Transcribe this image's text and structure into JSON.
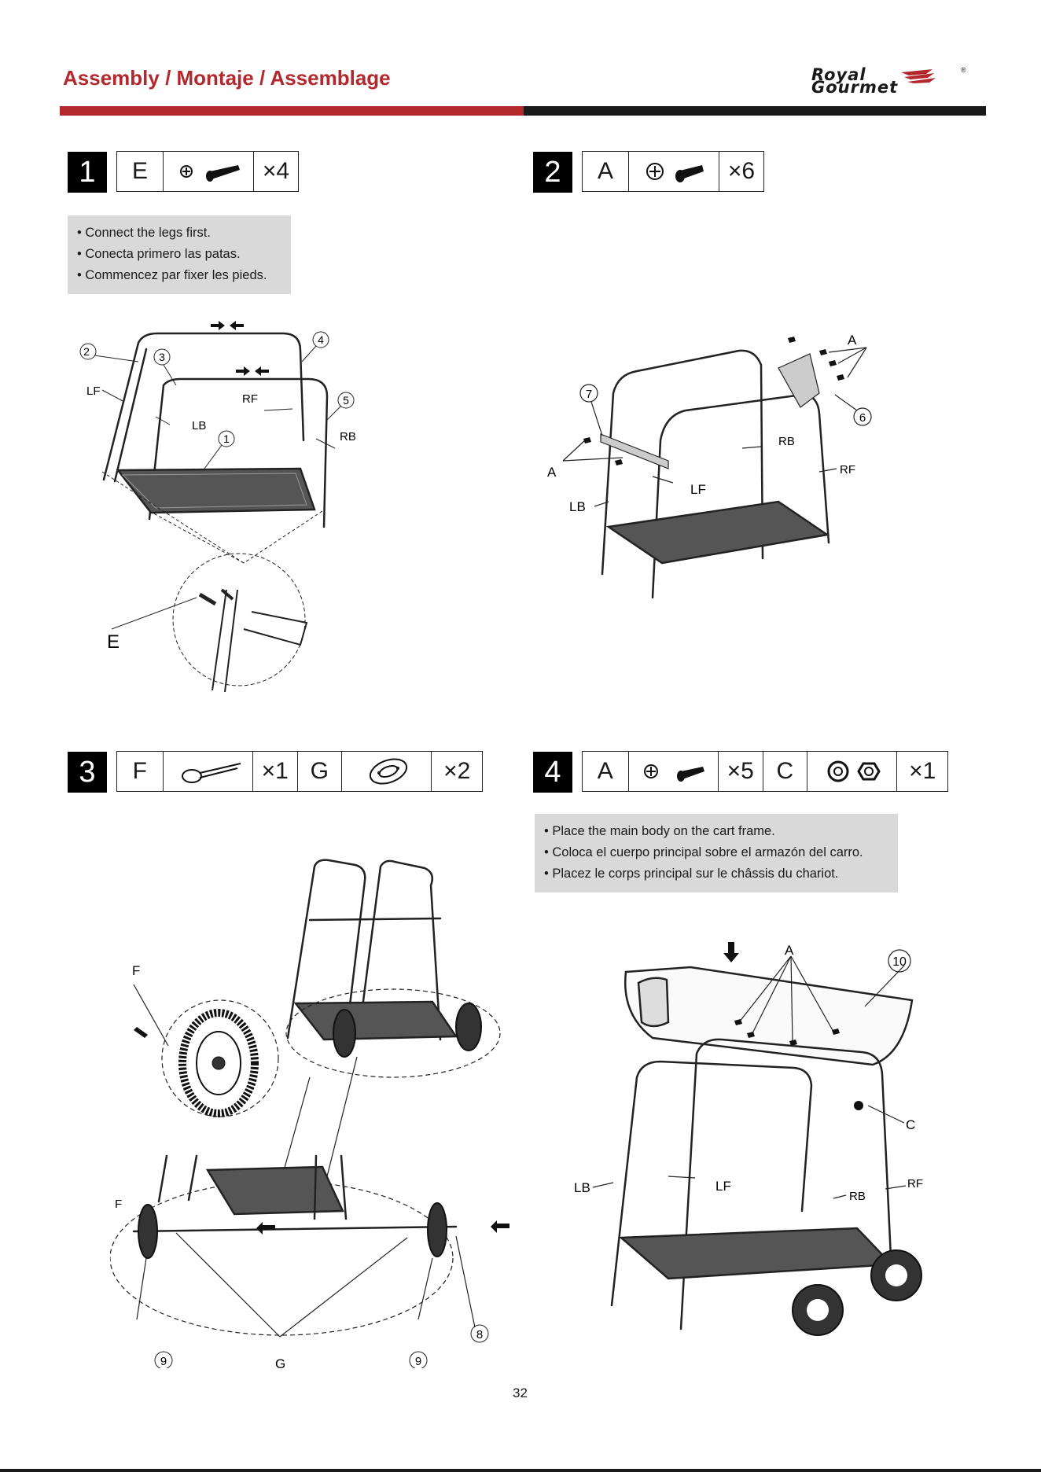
{
  "header": {
    "title": "Assembly / Montaje / Assemblage",
    "logo_line1": "Royal",
    "logo_line2": "Gourmet",
    "logo_reg": "®"
  },
  "steps": [
    {
      "number": "1",
      "parts": [
        {
          "letter": "E",
          "qty": "×4"
        }
      ],
      "notes": [
        "• Connect the legs first.",
        "• Conecta primero las patas.",
        "• Commencez par fixer les pieds."
      ],
      "labels": {
        "lf": "LF",
        "lb": "LB",
        "rf": "RF",
        "rb": "RB",
        "c1": "1",
        "c2": "2",
        "c3": "3",
        "c4": "4",
        "c5": "5",
        "e": "E"
      }
    },
    {
      "number": "2",
      "parts": [
        {
          "letter": "A",
          "qty": "×6"
        }
      ],
      "labels": {
        "c7": "7",
        "c6": "6",
        "a1": "A",
        "a2": "A",
        "rb": "RB",
        "rf": "RF",
        "lf": "LF",
        "lb": "LB"
      }
    },
    {
      "number": "3",
      "parts": [
        {
          "letter": "F",
          "qty": "×1"
        },
        {
          "letter": "G",
          "qty": "×2"
        }
      ],
      "labels": {
        "f1": "F",
        "f2": "F",
        "g": "G",
        "c8": "8",
        "c9a": "9",
        "c9b": "9"
      }
    },
    {
      "number": "4",
      "parts": [
        {
          "letter": "A",
          "qty": "×5"
        },
        {
          "letter": "C",
          "qty": "×1"
        }
      ],
      "notes": [
        "• Place the main body on the cart frame.",
        "• Coloca el cuerpo principal sobre el armazón del carro.",
        "• Placez le corps principal sur le châssis du chariot."
      ],
      "labels": {
        "a": "A",
        "c10": "10",
        "c": "C",
        "lb": "LB",
        "lf": "LF",
        "rb": "RB",
        "rf": "RF"
      }
    }
  ],
  "footer": {
    "page_number": "32"
  },
  "colors": {
    "brand_red": "#b3282d",
    "rule_black": "#1a1a1a",
    "note_gray": "#d9d9d9"
  }
}
